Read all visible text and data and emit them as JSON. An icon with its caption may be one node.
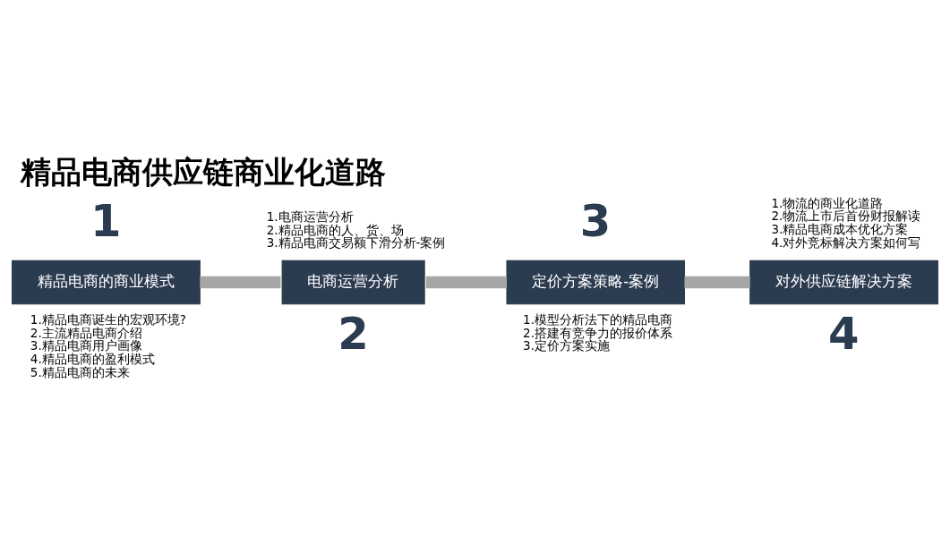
{
  "diagram": {
    "title": "精品电商供应链商业化道路",
    "nodes": [
      {
        "text": [
          "精品电商的商业模式"
        ],
        "beside": [
          "1",
          "1.精品电商诞生的宏观环境?",
          "2.主流精品电商介绍",
          "3.精品电商用户画像",
          "4.精品电商的盈利模式",
          "5.精品电商的未来"
        ]
      },
      {
        "text": [
          "电商运营分析"
        ],
        "beside": [
          "1.电商运营分析",
          "2.精品电商的人、货、场",
          "3.精品电商交易额下滑分析-案例",
          "2"
        ]
      },
      {
        "text": [
          "定价方案策略-案例"
        ],
        "beside": [
          "3",
          "1.模型分析法下的精品电商",
          "2.搭建有竞争力的报价体系",
          "3.定价方案实施"
        ]
      },
      {
        "text": [
          "对外供应链解决方案"
        ],
        "beside": [
          "1.物流的商业化道路",
          "2.物流上市后首份财报解读",
          "3.精品电商成本优化方案",
          "4.对外竞标解决方案如何写",
          "4"
        ]
      }
    ],
    "edges": [
      {
        "from": 0,
        "to": 1,
        "arrow": "none"
      },
      {
        "from": 1,
        "to": 2,
        "arrow": "none"
      },
      {
        "from": 2,
        "to": 3,
        "arrow": "none"
      }
    ]
  }
}
